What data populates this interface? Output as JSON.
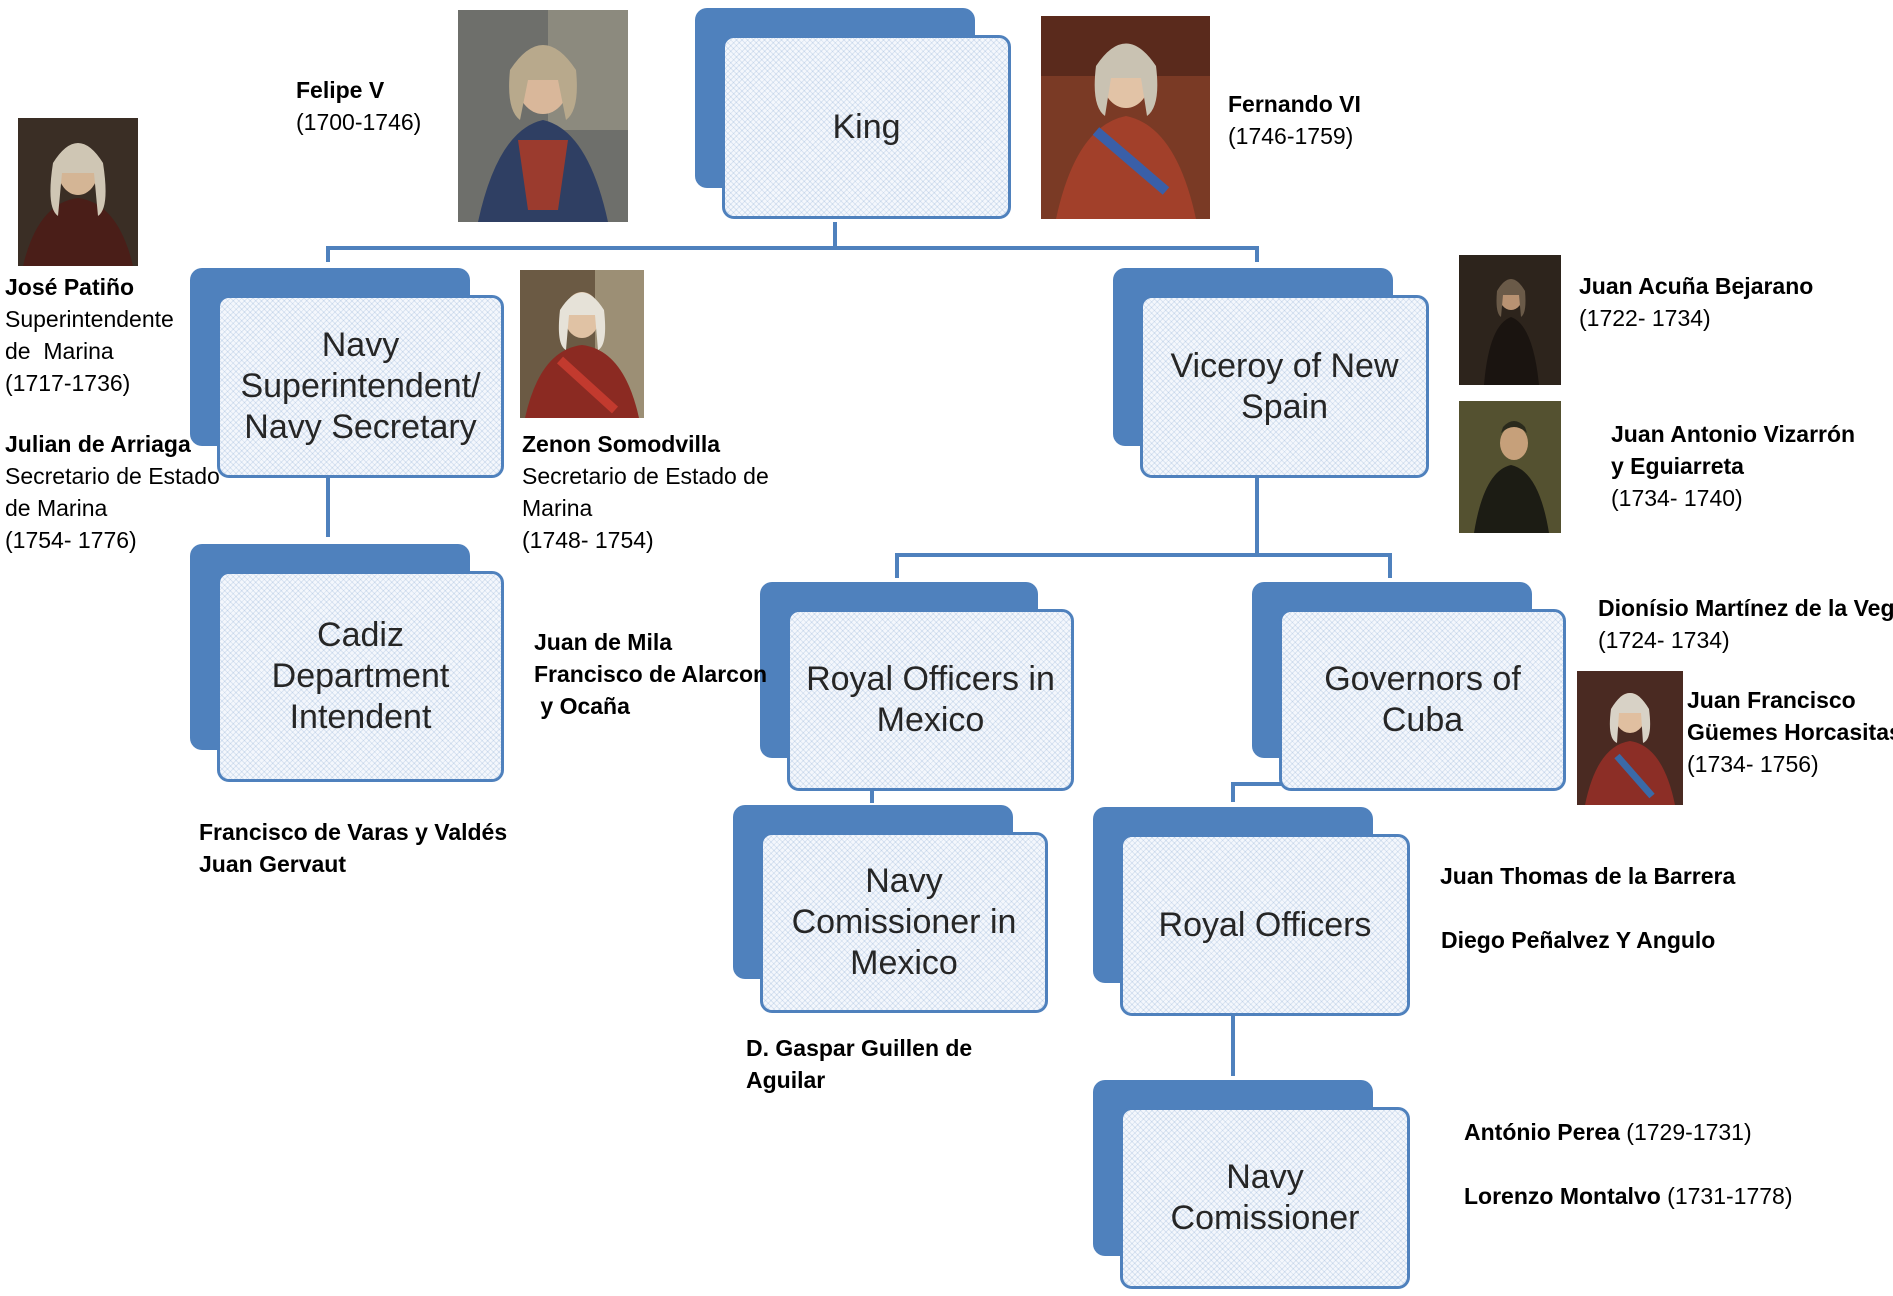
{
  "nodes": {
    "king": "King",
    "navy_superintendent": "Navy\nSuperintendent/\nNavy Secretary",
    "viceroy": "Viceroy of New\nSpain",
    "cadiz": "Cadiz\nDepartment\nIntendent",
    "royal_officers_mexico": "Royal Officers in\nMexico",
    "governors_cuba": "Governors of\nCuba",
    "navy_comissioner_mexico": "Navy\nComissioner in\nMexico",
    "royal_officers": "Royal Officers",
    "navy_comissioner": "Navy\nComissioner"
  },
  "people": {
    "felipe": {
      "name": "Felipe V",
      "years": "(1700-1746)"
    },
    "fernando": {
      "name": "Fernando VI",
      "years": "(1746-1759)"
    },
    "patino": {
      "name": "José Patiño",
      "line1": "Superintendente",
      "line2": "de  Marina",
      "years": "(1717-1736)"
    },
    "arriaga": {
      "name": "Julian de Arriaga",
      "line1": "Secretario de Estado",
      "line2": "de Marina",
      "years": "(1754- 1776)"
    },
    "somodvilla": {
      "name": "Zenon Somodvilla",
      "line1": "Secretario de Estado de",
      "line2": "Marina",
      "years": "(1748- 1754)"
    },
    "acuna": {
      "name": "Juan Acuña Bejarano",
      "years": "(1722- 1734)"
    },
    "vizarron": {
      "name1": "Juan Antonio Vizarrón",
      "name2": "y Eguiarreta",
      "years": "(1734- 1740)"
    },
    "martinez": {
      "name": "Dionísio Martínez de la Vega",
      "years": "(1724- 1734)"
    },
    "guemes": {
      "name1": "Juan Francisco",
      "name2": "Güemes Horcasitas",
      "years": "(1734- 1756)"
    },
    "mila": {
      "name1": "Juan de Mila",
      "name2": "Francisco de Alarcon",
      "name3": " y Ocaña"
    },
    "varas": {
      "name1": "Francisco de Varas y Valdés",
      "name2": "Juan Gervaut"
    },
    "guillen": {
      "name1": "D. Gaspar Guillen de",
      "name2": "Aguilar"
    },
    "barrera": {
      "name": "Juan Thomas de la Barrera"
    },
    "penalvez": {
      "name": "Diego Peñalvez Y Angulo"
    },
    "perea": {
      "name": "António Perea",
      "years": " (1729-1731)"
    },
    "montalvo": {
      "name": "Lorenzo Montalvo",
      "years": " (1731-1778)"
    }
  },
  "colors": {
    "accent": "#4f81bd",
    "fill": "#f4f7fc"
  }
}
